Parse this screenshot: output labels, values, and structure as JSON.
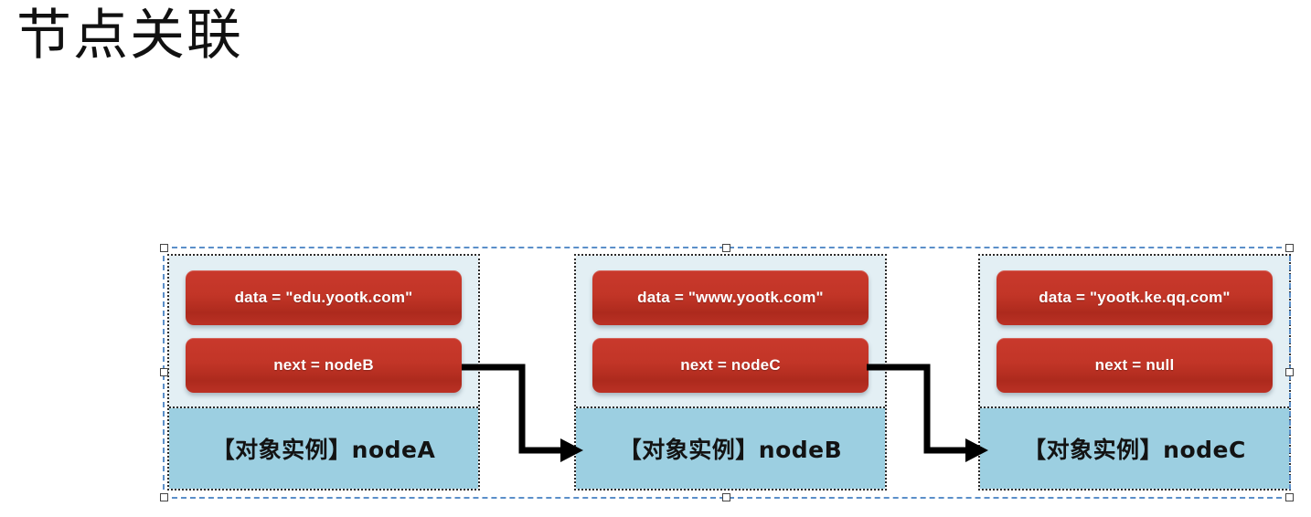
{
  "slide": {
    "title": "节点关联"
  },
  "diagram": {
    "type": "linked-list",
    "selection": {
      "selected": true,
      "handle_count": 8,
      "marquee_color": "#5b8fc9"
    },
    "colors": {
      "field_box_red": "#c23527",
      "field_panel_blue": "#e3eff4",
      "label_panel_blue": "#9ccfe1",
      "node_border": "#2b2b2b",
      "connector": "#000000",
      "text_light": "#ffffff",
      "text_dark": "#131313"
    },
    "nodes": [
      {
        "id": "nodeA",
        "data_field": "data = \"edu.yootk.com\"",
        "next_field": "next = nodeB",
        "label": "【对象实例】nodeA"
      },
      {
        "id": "nodeB",
        "data_field": "data = \"www.yootk.com\"",
        "next_field": "next = nodeC",
        "label": "【对象实例】nodeB"
      },
      {
        "id": "nodeC",
        "data_field": "data = \"yootk.ke.qq.com\"",
        "next_field": "next = null",
        "label": "【对象实例】nodeC"
      }
    ],
    "connectors": [
      {
        "from": "nodeA.next",
        "to": "nodeB",
        "style": "elbow-arrow"
      },
      {
        "from": "nodeB.next",
        "to": "nodeC",
        "style": "elbow-arrow"
      }
    ]
  }
}
